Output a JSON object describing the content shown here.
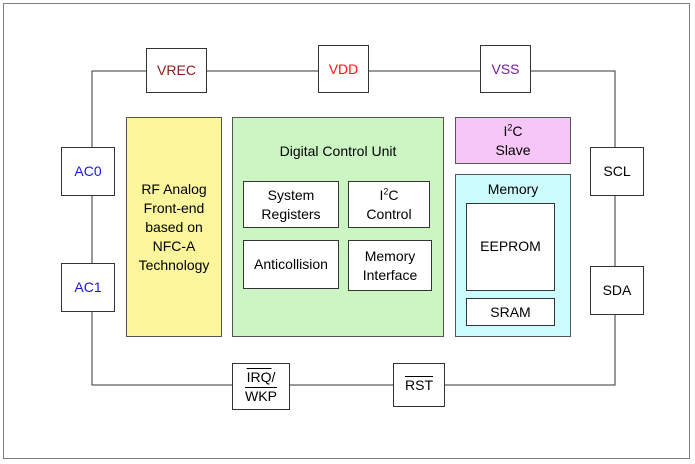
{
  "pins": {
    "vrec": "VREC",
    "vdd": "VDD",
    "vss": "VSS",
    "ac0": "AC0",
    "ac1": "AC1",
    "scl": "SCL",
    "sda": "SDA",
    "irq": "IRQ",
    "irq_slash": "/",
    "wkp": "WKP",
    "rst": "RST"
  },
  "blocks": {
    "rf_line1": "RF Analog",
    "rf_line2": "Front-end",
    "rf_line3": "based on",
    "rf_line4": "NFC-A",
    "rf_line5": "Technology",
    "dcu_title": "Digital Control Unit",
    "sysreg_line1": "System",
    "sysreg_line2": "Registers",
    "i2c_ctrl_i": "I",
    "i2c_ctrl_sup": "2",
    "i2c_ctrl_c": "C",
    "i2c_ctrl_line2": "Control",
    "anticollision": "Anticollision",
    "memif_line1": "Memory",
    "memif_line2": "Interface",
    "i2c_slave_i": "I",
    "i2c_slave_sup": "2",
    "i2c_slave_c": "C",
    "i2c_slave_line2": "Slave",
    "memory_title": "Memory",
    "eeprom": "EEPROM",
    "sram": "SRAM"
  }
}
